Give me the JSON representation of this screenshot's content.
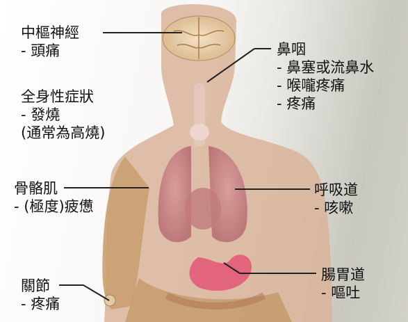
{
  "labels": {
    "cns": {
      "title": "中樞神經",
      "items": [
        "- 頭痛"
      ]
    },
    "systemic": {
      "title": "全身性症狀",
      "items": [
        "- 發燒",
        "(通常為高燒)"
      ]
    },
    "nasopharynx": {
      "title": "鼻咽",
      "items": [
        "- 鼻塞或流鼻水",
        "- 喉嚨疼痛",
        "- 疼痛"
      ]
    },
    "muscle": {
      "title": "骨骼肌",
      "items": [
        "- (極度)疲憊"
      ]
    },
    "respiratory": {
      "title": "呼吸道",
      "items": [
        "- 咳嗽"
      ]
    },
    "joints": {
      "title": "關節",
      "items": [
        "- 疼痛"
      ]
    },
    "gi": {
      "title": "腸胃道",
      "items": [
        "- 嘔吐"
      ]
    }
  },
  "colors": {
    "text": "#111111",
    "skin": "#d9aa8a",
    "organ": "#c97a7a",
    "stomach": "#e0607a"
  }
}
